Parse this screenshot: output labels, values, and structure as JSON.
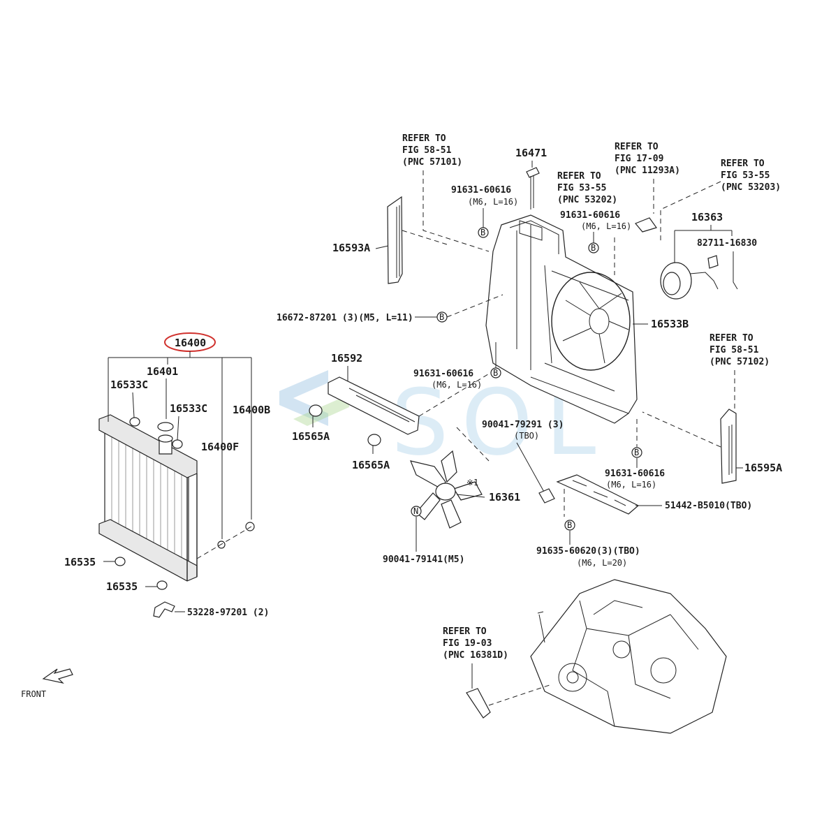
{
  "parts": {
    "p16400": "16400",
    "p16401": "16401",
    "p16533c_a": "16533C",
    "p16533c_b": "16533C",
    "p16400b": "16400B",
    "p16400f": "16400F",
    "p16535_a": "16535",
    "p16535_b": "16535",
    "p53228": "53228-97201 (2)",
    "p16593a": "16593A",
    "p16592": "16592",
    "p16565a_a": "16565A",
    "p16565a_b": "16565A",
    "p16672": "16672-87201 (3)(M5, L=11)",
    "p16471": "16471",
    "p91631_a": "91631-60616",
    "p91631_a_spec": "(M6, L=16)",
    "p91631_b": "91631-60616",
    "p91631_b_spec": "(M6, L=16)",
    "p91631_c": "91631-60616",
    "p91631_c_spec": "(M6, L=16)",
    "p91631_d": "91631-60616",
    "p91631_d_spec": "(M6, L=16)",
    "p16363": "16363",
    "p82711": "82711-16830",
    "p16533b": "16533B",
    "p16595a": "16595A",
    "p90041_79291": "90041-79291 (3)",
    "p90041_79291_spec": "(TBO)",
    "p16361": "16361",
    "p16361_note": "※1",
    "p90041_79141": "90041-79141(M5)",
    "p51442": "51442-B5010(TBO)",
    "p91635": "91635-60620(3)(TBO)",
    "p91635_spec": "(M6, L=20)"
  },
  "refs": {
    "r1": [
      "REFER TO",
      "FIG 58-51",
      "(PNC 57101)"
    ],
    "r2": [
      "REFER TO",
      "FIG 53-55",
      "(PNC 53202)"
    ],
    "r3": [
      "REFER TO",
      "FIG 17-09",
      "(PNC 11293A)"
    ],
    "r4": [
      "REFER TO",
      "FIG 53-55",
      "(PNC 53203)"
    ],
    "r5": [
      "REFER TO",
      "FIG 58-51",
      "(PNC 57102)"
    ],
    "r6": [
      "REFER TO",
      "FIG 19-03",
      "(PNC 16381D)"
    ]
  },
  "markers": {
    "b": "B",
    "n": "N"
  },
  "front_label": "FRONT",
  "watermark": "SOL",
  "highlight_color": "#d0312d"
}
